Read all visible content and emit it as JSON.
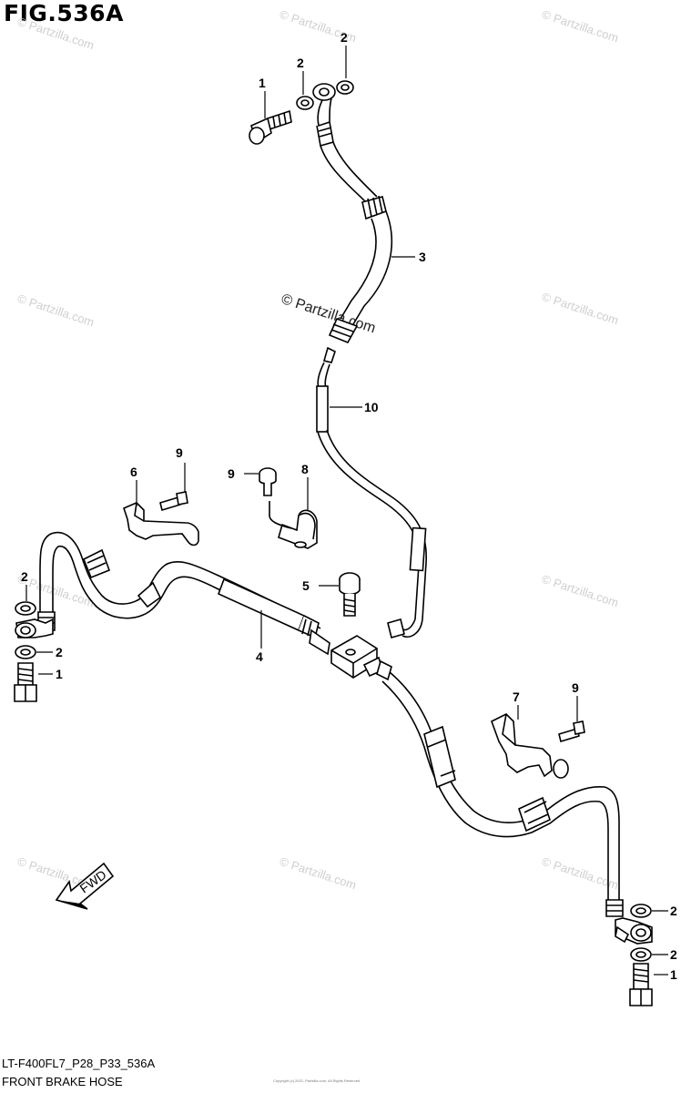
{
  "figure": {
    "title": "FIG.536A",
    "code": "LT-F400FL7_P28_P33_536A",
    "name": "FRONT BRAKE HOSE",
    "copyright": "Copyright (c) 2022, Partzilla.com, All Rights Reserved"
  },
  "watermark": {
    "text": "© Partzilla.com",
    "prominent_text": "© Partzilla.com"
  },
  "fwd_label": "FWD",
  "callouts": [
    {
      "id": "c-1-top",
      "label": "1"
    },
    {
      "id": "c-2-top-a",
      "label": "2"
    },
    {
      "id": "c-2-top-b",
      "label": "2"
    },
    {
      "id": "c-3",
      "label": "3"
    },
    {
      "id": "c-10",
      "label": "10"
    },
    {
      "id": "c-9-left",
      "label": "9"
    },
    {
      "id": "c-6",
      "label": "6"
    },
    {
      "id": "c-9-mid",
      "label": "9"
    },
    {
      "id": "c-8",
      "label": "8"
    },
    {
      "id": "c-5",
      "label": "5"
    },
    {
      "id": "c-4",
      "label": "4"
    },
    {
      "id": "c-2-left-a",
      "label": "2"
    },
    {
      "id": "c-2-left-b",
      "label": "2"
    },
    {
      "id": "c-1-left",
      "label": "1"
    },
    {
      "id": "c-7",
      "label": "7"
    },
    {
      "id": "c-9-right",
      "label": "9"
    },
    {
      "id": "c-2-right-a",
      "label": "2"
    },
    {
      "id": "c-2-right-b",
      "label": "2"
    },
    {
      "id": "c-1-right",
      "label": "1"
    }
  ]
}
